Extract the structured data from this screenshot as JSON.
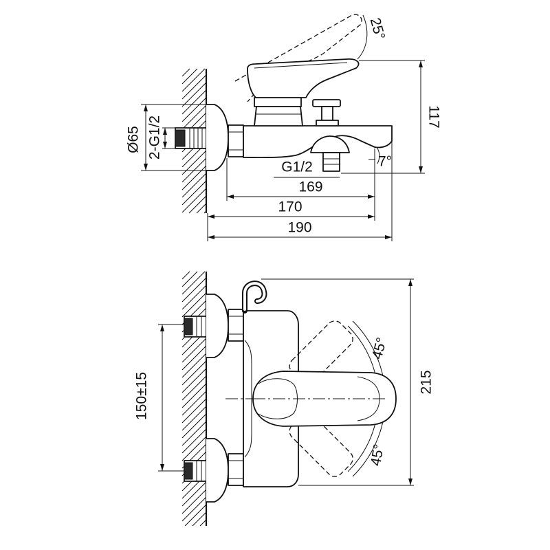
{
  "side_view": {
    "lever_angle": "25°",
    "height": "117",
    "plate_diameter": "Ø65",
    "inlet_thread": "2-G1/2",
    "outlet_thread": "G1/2",
    "spout_angle": "7°",
    "depth_169": "169",
    "depth_170": "170",
    "depth_190": "190"
  },
  "plan_view": {
    "rotation_upper": "45°",
    "rotation_lower": "45°",
    "center_distance": "150±15",
    "overall_length": "215"
  },
  "colors": {
    "line": "#111111",
    "background": "#ffffff"
  }
}
